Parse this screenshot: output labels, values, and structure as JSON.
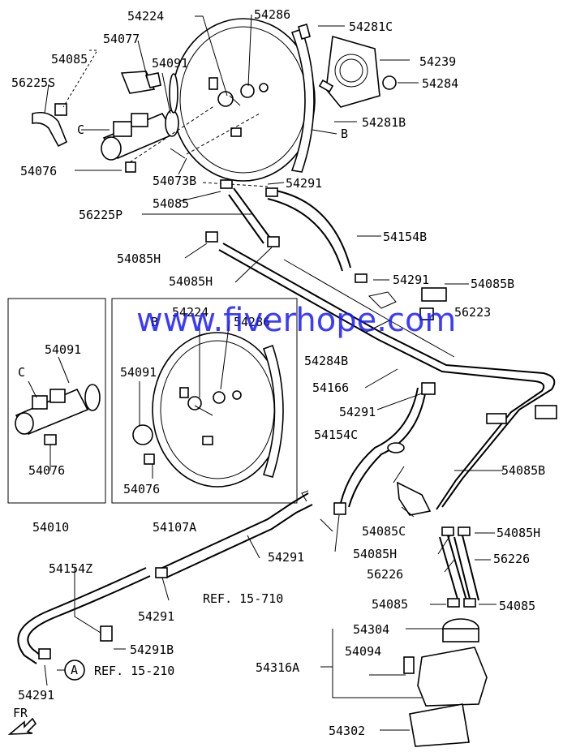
{
  "watermark": "www.fiverhope.com",
  "labels": {
    "p54224": "54224",
    "p54286": "54286",
    "p54281C": "54281C",
    "p54077": "54077",
    "p54085_a": "54085",
    "p54091_a": "54091",
    "p54239": "54239",
    "p56225S": "56225S",
    "p54284": "54284",
    "C_main": "C",
    "p54281B": "54281B",
    "B_main": "B",
    "p54076_a": "54076",
    "p54073B": "54073B",
    "p54291_a": "54291",
    "p54085_b": "54085",
    "p56225P": "56225P",
    "p54154B": "54154B",
    "p54085H_a": "54085H",
    "p54085H_b": "54085H",
    "p54291_b": "54291",
    "p54085B_a": "54085B",
    "p56223": "56223",
    "p54091_b": "54091",
    "C_inset": "C",
    "p54076_b": "54076",
    "p54010": "54010",
    "p54224_b": "54224",
    "B_inset": "B",
    "p54286_b": "54286",
    "p54091_c": "54091",
    "p54076_c": "54076",
    "p54107A": "54107A",
    "p54284B": "54284B",
    "p54166": "54166",
    "p54291_c": "54291",
    "p54154C": "54154C",
    "p54085B_b": "54085B",
    "p54085C": "54085C",
    "p54085H_c": "54085H",
    "p54085H_d": "54085H",
    "p54291_d": "54291",
    "p56226_a": "56226",
    "p56226_b": "56226",
    "p54154Z": "54154Z",
    "ref1": "REF. 15-710",
    "p54291_e": "54291",
    "p54085_c": "54085",
    "p54085_d": "54085",
    "p54304": "54304",
    "p54094": "54094",
    "p54316A": "54316A",
    "p54291B": "54291B",
    "A_circle": "A",
    "ref2": "REF. 15-210",
    "p54291_f": "54291",
    "p54302": "54302",
    "fr": "FR"
  }
}
